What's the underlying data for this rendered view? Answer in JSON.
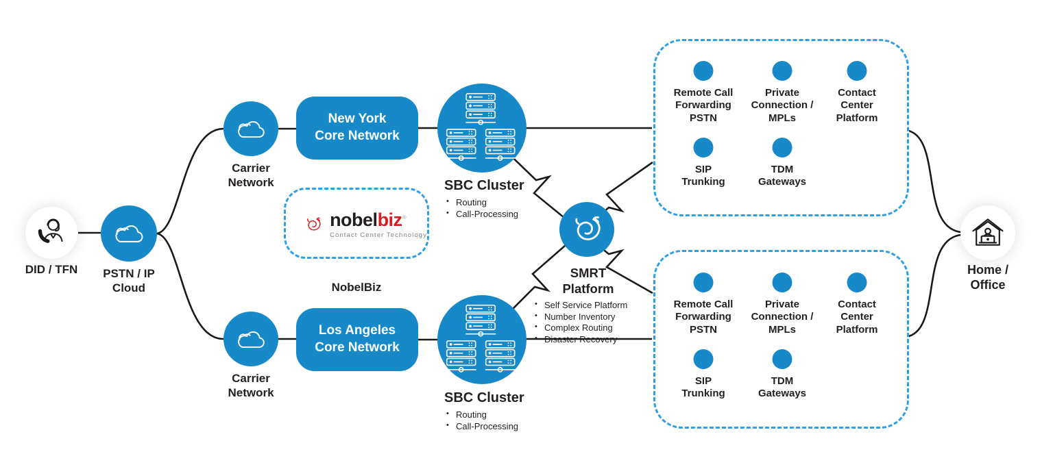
{
  "colors": {
    "node_blue": "#1789c9",
    "dashed_blue": "#2f9fe3",
    "wire_black": "#1a1a1a",
    "text_dark": "#231f20",
    "brand_red": "#d41f26",
    "tagline_gray": "#808285"
  },
  "left": {
    "did_label": "DID / TFN",
    "pstn_label": "PSTN / IP\nCloud"
  },
  "carriers": {
    "top": "Carrier\nNetwork",
    "bottom": "Carrier\nNetwork"
  },
  "cores": {
    "new_york": "New York\nCore Network",
    "los_angeles": "Los Angeles\nCore Network"
  },
  "sbc": {
    "title_top": "SBC Cluster",
    "title_bottom": "SBC Cluster",
    "bullets": [
      "Routing",
      "Call-Processing"
    ]
  },
  "nobelbiz": {
    "word_black": "nobel",
    "word_red": "biz",
    "reg": "®",
    "tagline": "Contact Center Technology",
    "caption": "NobelBiz"
  },
  "smrt": {
    "title": "SMRT\nPlatform",
    "bullets": [
      "Self Service Platform",
      "Number Inventory",
      "Complex Routing",
      "Disaster Recovery"
    ]
  },
  "services": {
    "top": {
      "items": [
        "Remote Call\nForwarding\nPSTN",
        "Private\nConnection /\nMPLs",
        "Contact\nCenter\nPlatform",
        "SIP\nTrunking",
        "TDM\nGateways"
      ]
    },
    "bottom": {
      "items": [
        "Remote Call\nForwarding\nPSTN",
        "Private\nConnection /\nMPLs",
        "Contact\nCenter\nPlatform",
        "SIP\nTrunking",
        "TDM\nGateways"
      ]
    }
  },
  "right": {
    "home_label": "Home / Office"
  },
  "icons": {
    "agent": "agent-headset-phone-icon",
    "cloud": "cloud-icon",
    "servers": "server-stack-icon",
    "dragon": "dragon-icon",
    "home": "home-office-icon"
  }
}
